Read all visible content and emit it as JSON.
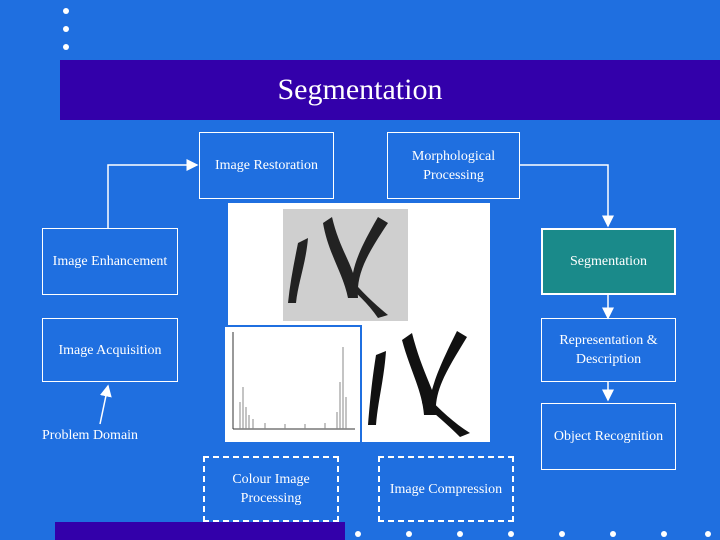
{
  "title": "Segmentation",
  "boxes": {
    "image_restoration": "Image Restoration",
    "morphological_processing": "Morphological Processing",
    "image_enhancement": "Image Enhancement",
    "segmentation": "Segmentation",
    "image_acquisition": "Image Acquisition",
    "representation_description": "Representation & Description",
    "object_recognition": "Object Recognition",
    "colour_image_processing": "Colour Image Processing",
    "image_compression": "Image Compression"
  },
  "problem_domain": "Problem Domain",
  "colors": {
    "background": "#1f6fe0",
    "band": "#3300aa",
    "active_box": "#1a8a8a"
  }
}
